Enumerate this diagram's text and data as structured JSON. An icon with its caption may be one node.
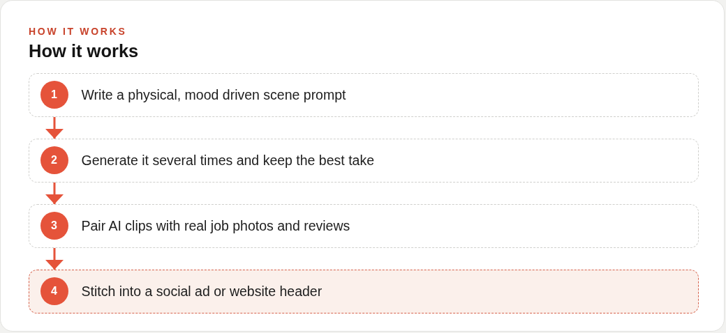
{
  "diagram": {
    "title": "How it works",
    "nodes": [
      {
        "text": [
          "Write a physical, mood driven scene prompt"
        ]
      },
      {
        "text": [
          "1"
        ],
        "in": 0
      },
      {
        "text": [
          "Generate it several times and keep the best take"
        ]
      },
      {
        "text": [
          "2"
        ],
        "in": 2
      },
      {
        "text": [
          "Pair AI clips with real job photos and reviews"
        ]
      },
      {
        "text": [
          "3"
        ],
        "in": 4
      },
      {
        "text": [
          "Stitch into a social ad or website header"
        ]
      },
      {
        "text": [
          "4"
        ],
        "in": 6
      }
    ],
    "edges": [
      {
        "from": 0,
        "to": 2,
        "arrow": "to"
      },
      {
        "from": 2,
        "to": 4,
        "arrow": "to"
      },
      {
        "from": 4,
        "to": 6,
        "arrow": "to"
      }
    ],
    "labels": [
      "HOW IT WORKS"
    ]
  }
}
